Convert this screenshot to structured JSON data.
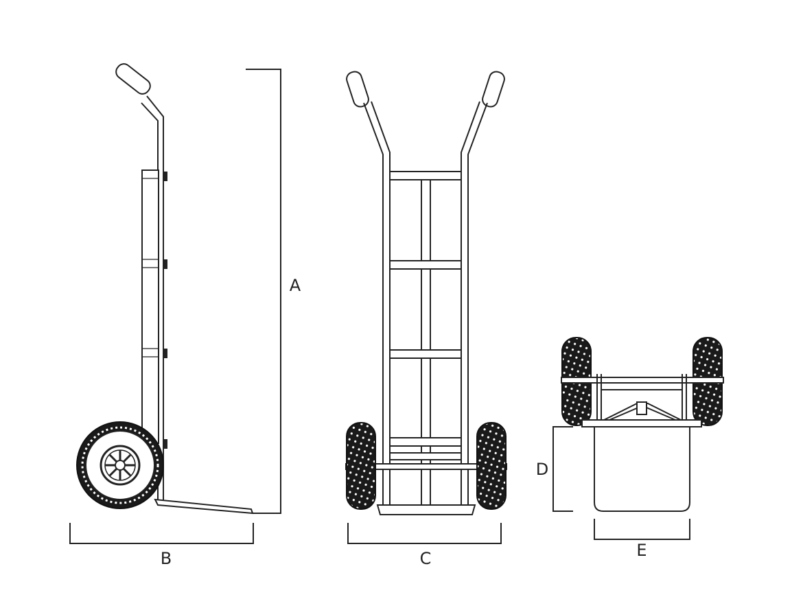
{
  "colors": {
    "line": "#222222",
    "tire": "#1a1a1a",
    "background": "#ffffff"
  },
  "labels": {
    "height": "A",
    "side_depth": "B",
    "front_width": "C",
    "plate_depth": "D",
    "plate_width": "E"
  }
}
